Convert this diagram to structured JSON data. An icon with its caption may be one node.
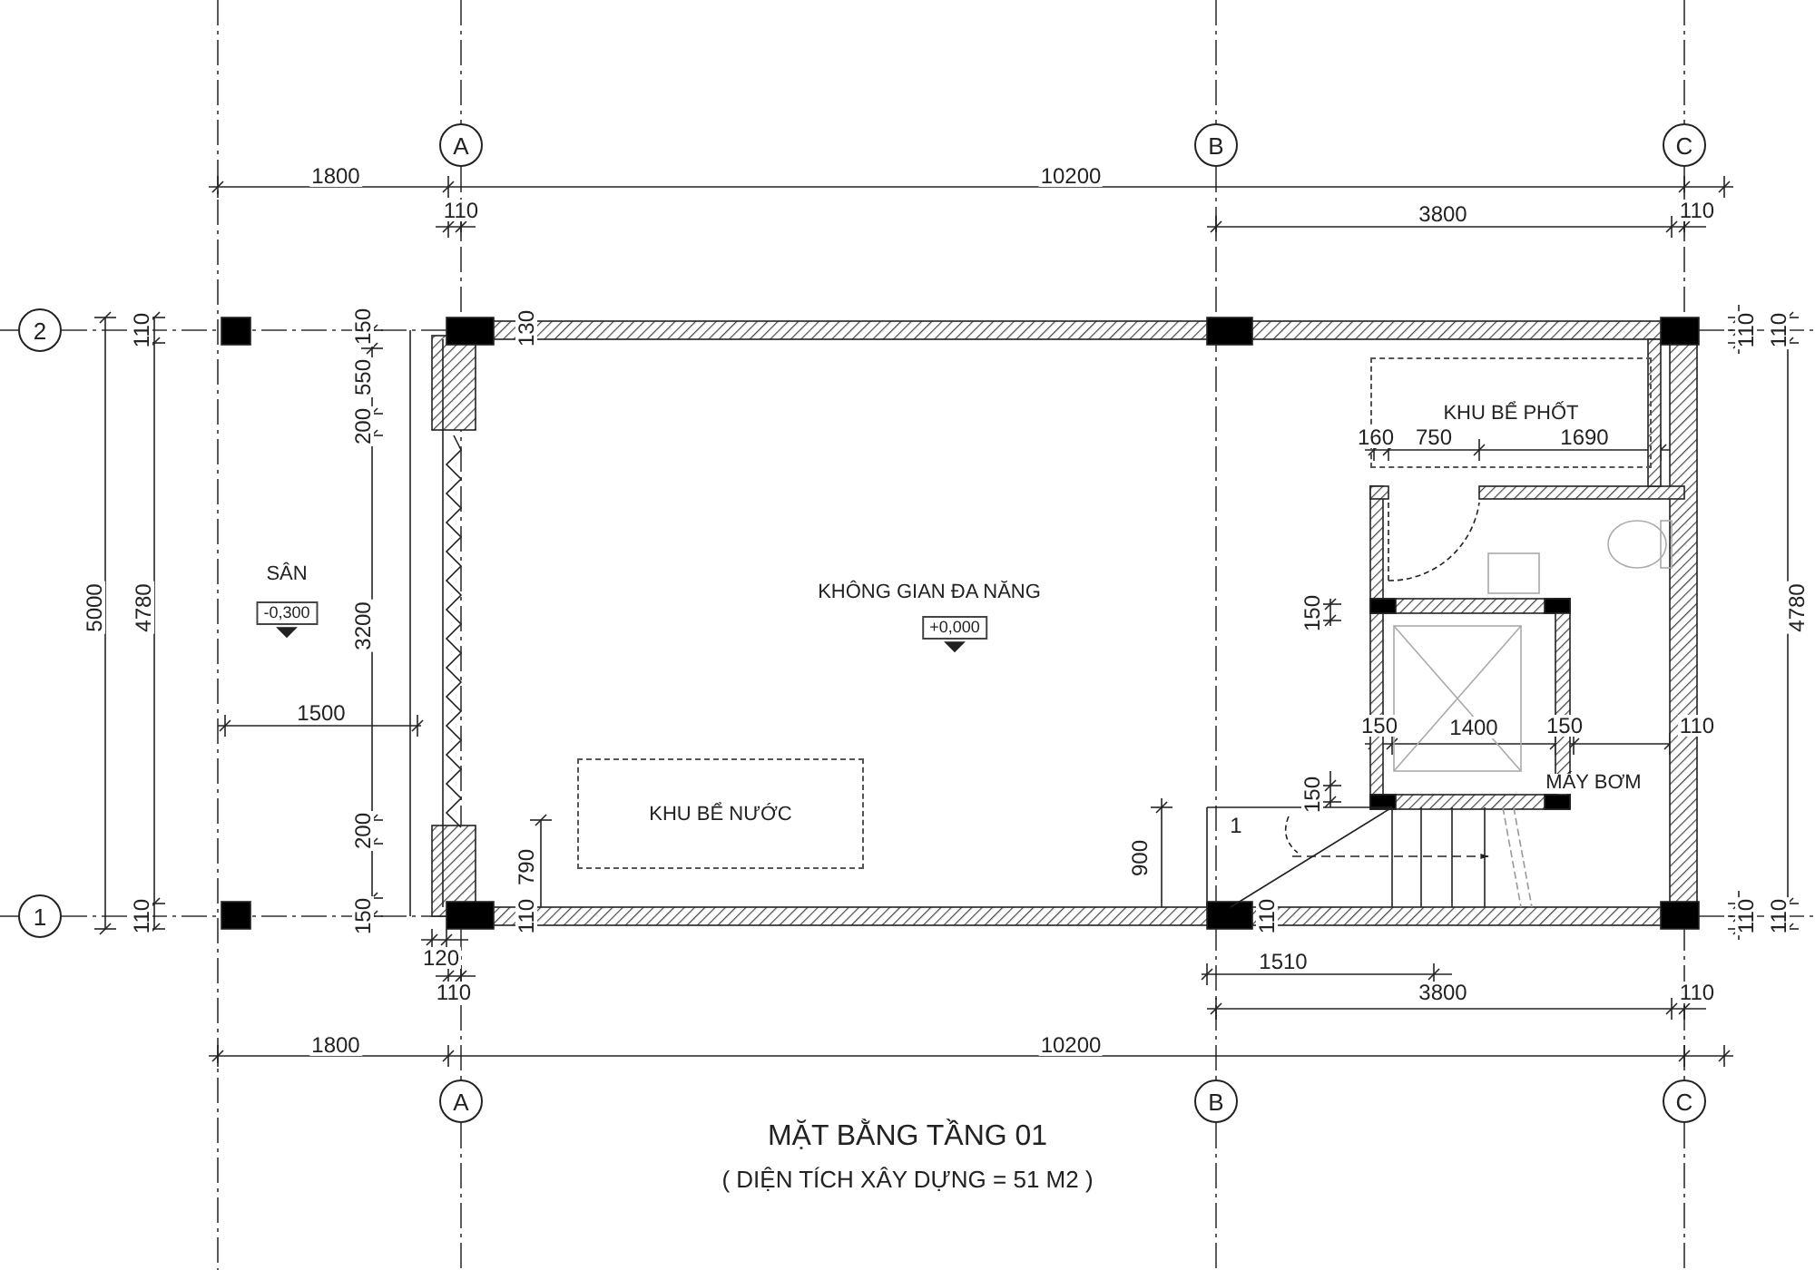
{
  "diagram": {
    "title": "MẶT BẰNG TẦNG 01",
    "caption": "( DIỆN TÍCH XÂY DỰNG = 51 M2 )",
    "nodes": [
      {
        "text": [
          "A"
        ]
      },
      {
        "text": [
          "B"
        ]
      },
      {
        "text": [
          "C"
        ]
      },
      {
        "text": [
          "2"
        ]
      },
      {
        "text": [
          "1"
        ]
      },
      {
        "text": [
          "A"
        ]
      },
      {
        "text": [
          "B"
        ]
      },
      {
        "text": [
          "C"
        ]
      },
      {
        "text": [
          "KHU BỂ PHỐT"
        ]
      },
      {
        "text": [
          "KHU BỂ NƯỚC"
        ]
      }
    ],
    "edges": [
      {
        "from": 0,
        "to": 5,
        "arrow": "none",
        "style": "dashed"
      },
      {
        "from": 1,
        "to": 6,
        "arrow": "none",
        "style": "dashed"
      },
      {
        "from": 2,
        "to": 7,
        "arrow": "none",
        "style": "dashed"
      },
      {
        "from": 3,
        "to": null,
        "arrow": "none",
        "style": "dashed"
      },
      {
        "from": 4,
        "to": null,
        "arrow": "none",
        "style": "dashed"
      }
    ],
    "labels": [
      "1800",
      "10200",
      "110",
      "3800",
      "110",
      "110",
      "150",
      "130",
      "110",
      "110",
      "550",
      "200",
      "160",
      "750",
      "1690",
      "SÂN",
      "-0,300",
      "KHÔNG GIAN ĐA NĂNG",
      "+0,000",
      "5000",
      "4780",
      "3200",
      "150",
      "4780",
      "1500",
      "150",
      "1400",
      "150",
      "110",
      "MÁY BƠM",
      "150",
      "1",
      "200",
      "790",
      "900",
      "110",
      "150",
      "110",
      "110",
      "110",
      "110",
      "120",
      "1510",
      "110",
      "3800",
      "110",
      "1800",
      "10200"
    ]
  }
}
